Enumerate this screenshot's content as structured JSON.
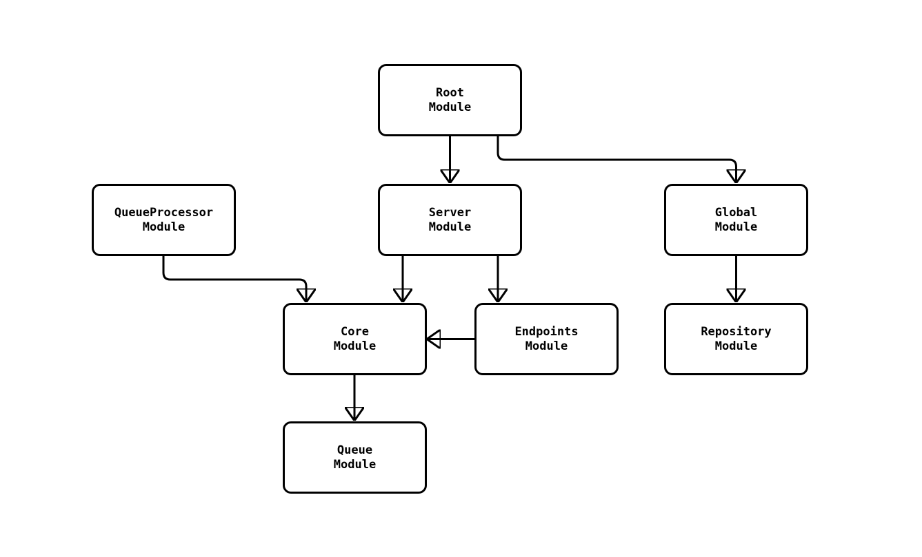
{
  "diagram": {
    "type": "module-dependency-graph",
    "background_color": "#ffffff",
    "node_fill_color": "#ffffff",
    "node_border_color": "#000000",
    "edge_color": "#000000",
    "text_color": "#000000",
    "nodes": [
      {
        "id": "root",
        "line1": "Root",
        "line2": "Module"
      },
      {
        "id": "queueprocessor",
        "line1": "QueueProcessor",
        "line2": "Module"
      },
      {
        "id": "server",
        "line1": "Server",
        "line2": "Module"
      },
      {
        "id": "global",
        "line1": "Global",
        "line2": "Module"
      },
      {
        "id": "core",
        "line1": "Core",
        "line2": "Module"
      },
      {
        "id": "endpoints",
        "line1": "Endpoints",
        "line2": "Module"
      },
      {
        "id": "repository",
        "line1": "Repository",
        "line2": "Module"
      },
      {
        "id": "queue",
        "line1": "Queue",
        "line2": "Module"
      }
    ],
    "edges": [
      {
        "from": "Root Module",
        "to": "Server Module"
      },
      {
        "from": "Root Module",
        "to": "Global Module"
      },
      {
        "from": "QueueProcessor Module",
        "to": "Core Module"
      },
      {
        "from": "Server Module",
        "to": "Core Module"
      },
      {
        "from": "Server Module",
        "to": "Endpoints Module"
      },
      {
        "from": "Endpoints Module",
        "to": "Core Module"
      },
      {
        "from": "Global Module",
        "to": "Repository Module"
      },
      {
        "from": "Core Module",
        "to": "Queue Module"
      }
    ]
  }
}
